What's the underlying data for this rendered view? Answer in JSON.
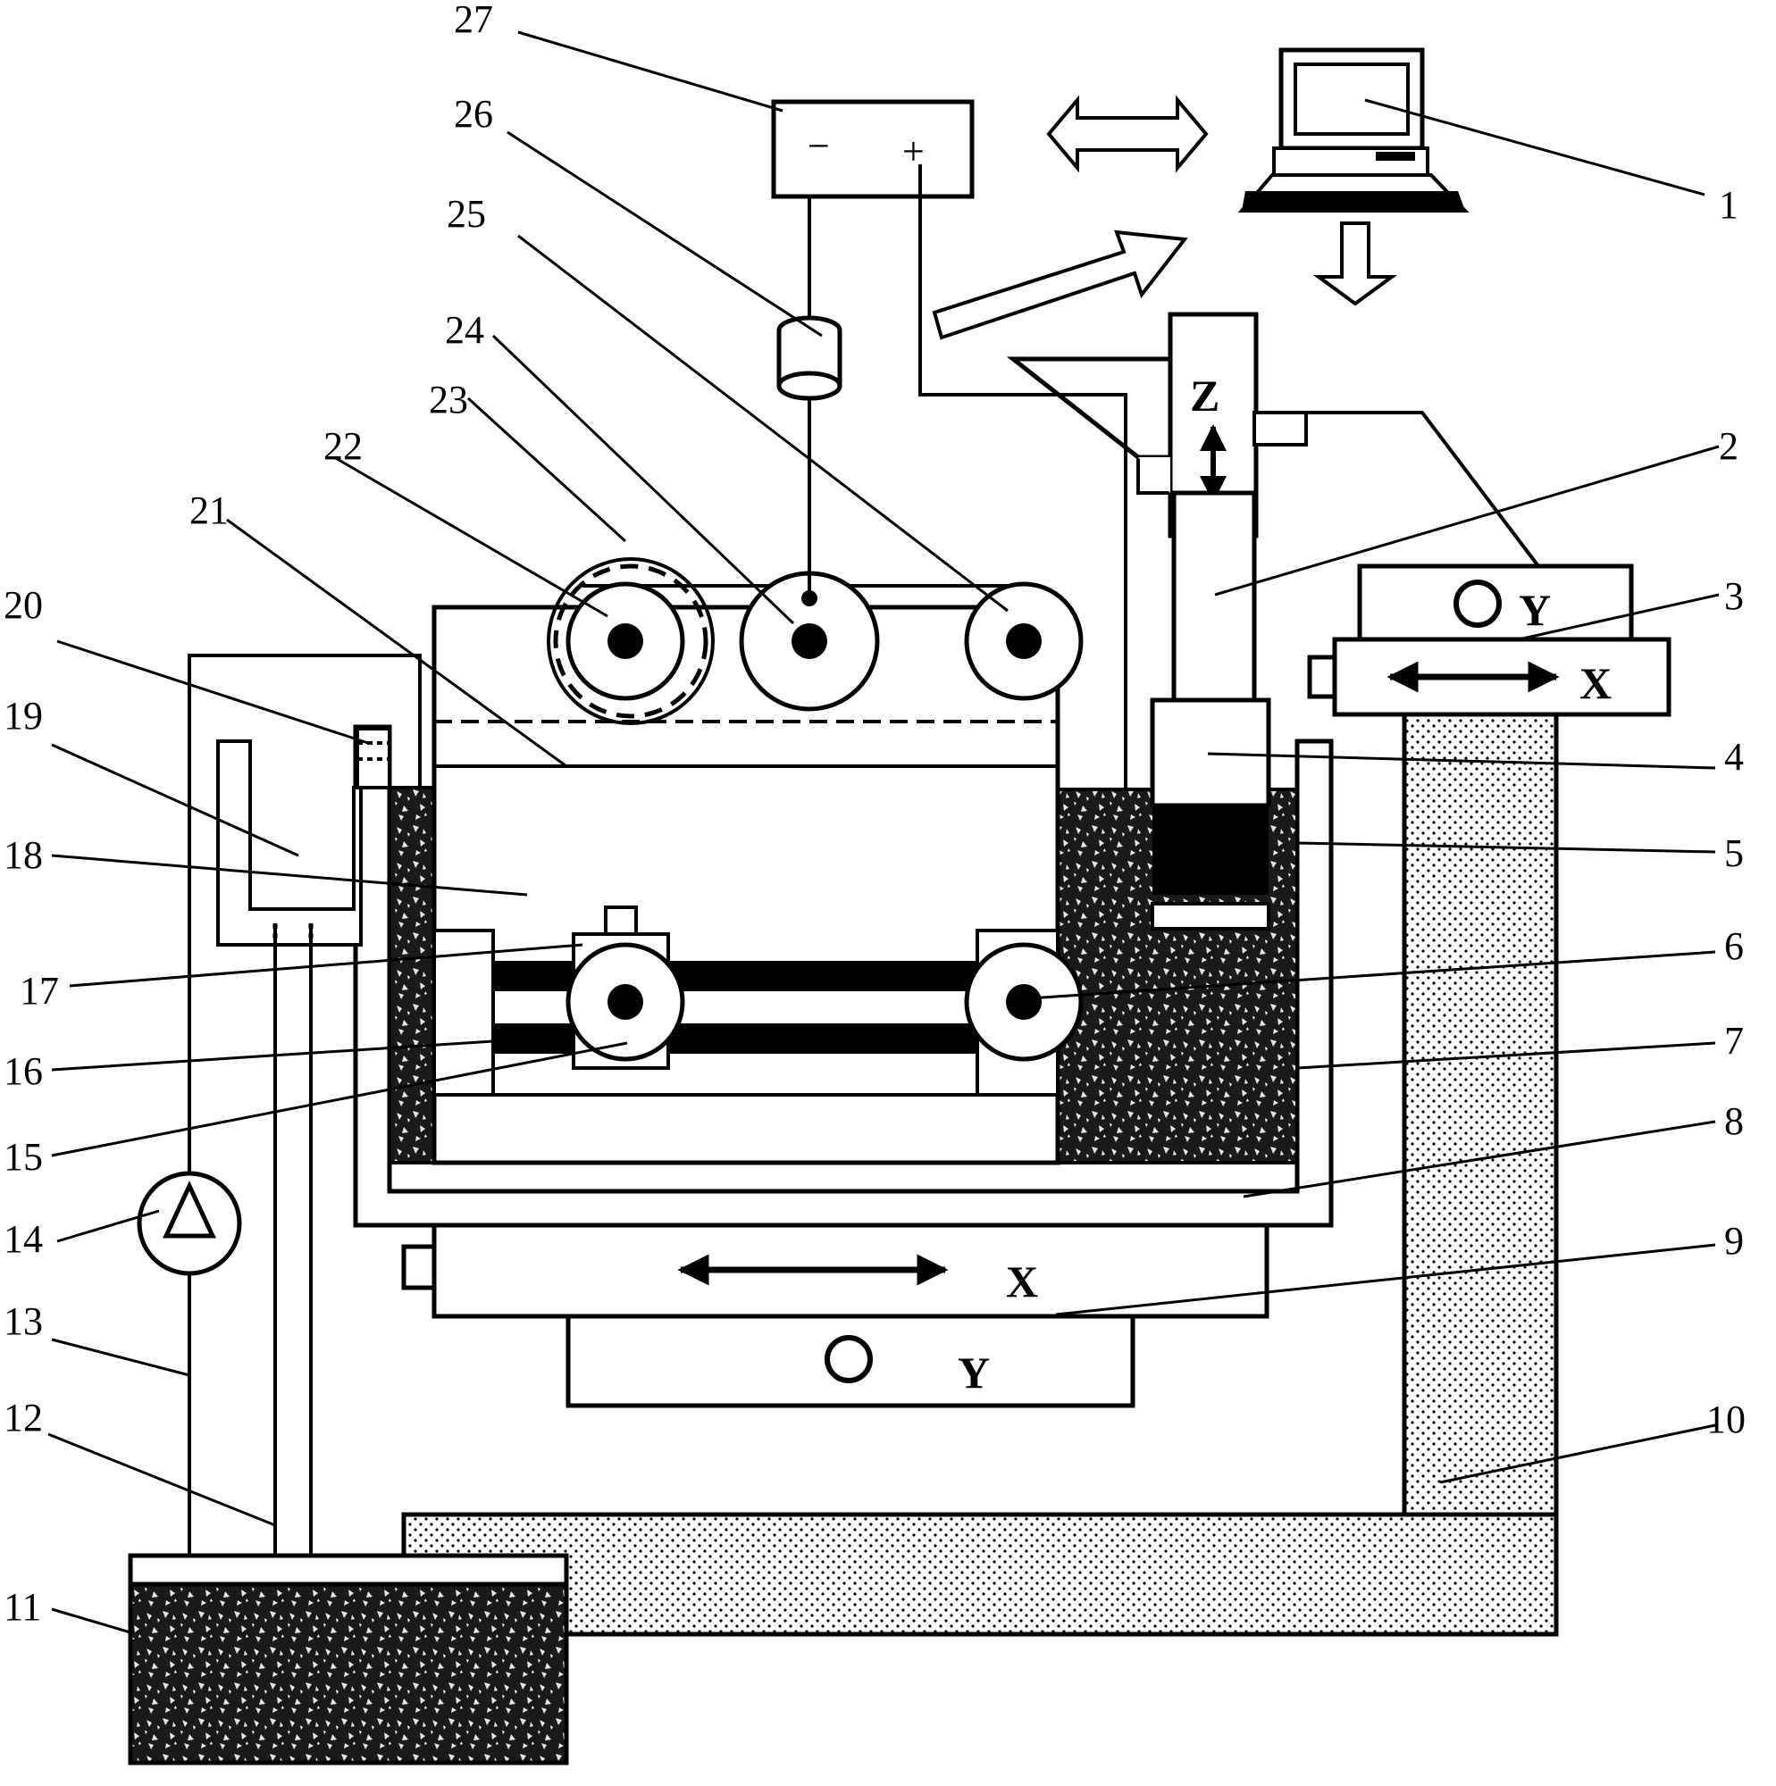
{
  "callouts": [
    "1",
    "2",
    "3",
    "4",
    "5",
    "6",
    "7",
    "8",
    "9",
    "10",
    "11",
    "12",
    "13",
    "14",
    "15",
    "16",
    "17",
    "18",
    "19",
    "20",
    "21",
    "22",
    "23",
    "24",
    "25",
    "26",
    "27"
  ],
  "power_supply": {
    "negative": "−",
    "positive": "+"
  },
  "axes": {
    "z_label": "Z",
    "upper_x_label": "X",
    "upper_y_label": "Y",
    "lower_x_label": "X",
    "lower_y_label": "Y"
  },
  "colors": {
    "line": "#000000",
    "fill": "#ffffff",
    "speckle": "#2a2a2a"
  }
}
